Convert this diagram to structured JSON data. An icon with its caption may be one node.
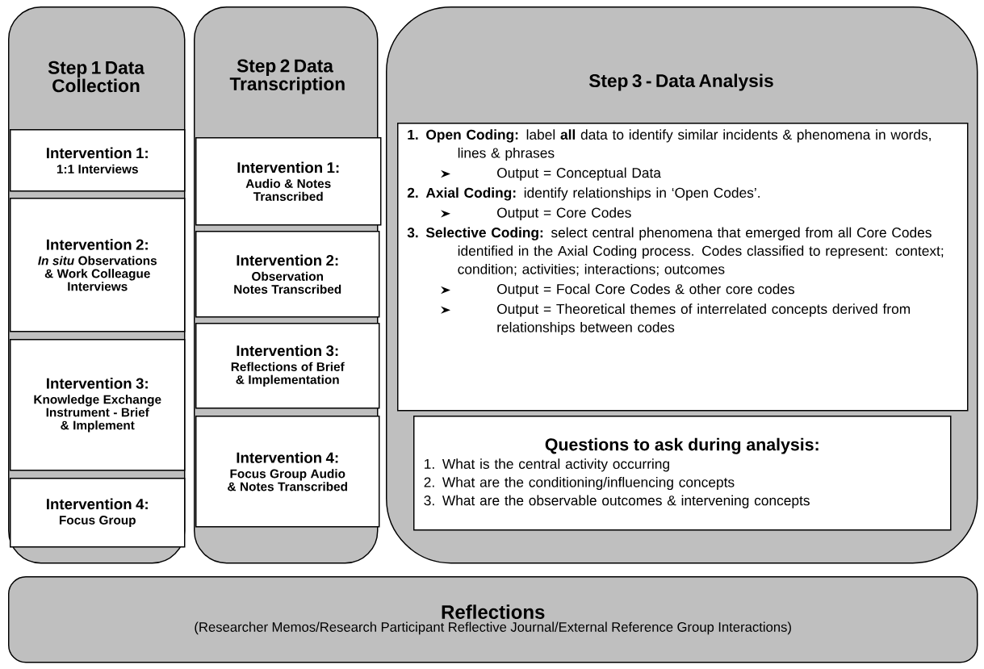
{
  "diagram": {
    "nodes": [
      {
        "text": [
          "Step 1 Data Collection"
        ]
      },
      {
        "text": [
          "Intervention 1:",
          "1:1 Interviews"
        ],
        "in": 0
      },
      {
        "text": [
          "Intervention 2:",
          "*In situ* Observations & Work Colleague Interviews"
        ],
        "in": 0
      },
      {
        "text": [
          "Intervention 3:",
          "Knowledge Exchange Instrument - Brief & Implement"
        ],
        "in": 0
      },
      {
        "text": [
          "Intervention 4:",
          "Focus Group"
        ],
        "in": 0
      },
      {
        "text": [
          "Step 2 Data Transcription"
        ]
      },
      {
        "text": [
          "Intervention 1:",
          "Audio & Notes Transcribed"
        ],
        "in": 5
      },
      {
        "text": [
          "Intervention 2:",
          "Observation Notes Transcribed"
        ],
        "in": 5
      },
      {
        "text": [
          "Intervention 3:",
          "Reflections of Brief & Implementation"
        ],
        "in": 5
      },
      {
        "text": [
          "Intervention 4:",
          "Focus Group Audio & Notes Transcribed"
        ],
        "in": 5
      },
      {
        "text": [
          "Step 3 - Data Analysis"
        ]
      },
      {
        "text": [
          "**1. Open Coding:** label **all** data to identify similar incidents & phenomena in words, lines & phrases",
          "Output = Conceptual Data",
          "**2. Axial Coding:** identify relationships in ‘Open Codes’.",
          "Output = Core Codes",
          "**3. Selective Coding:** select central phenomena that emerged from all Core Codes identified in the Axial Coding process. Codes classified to represent: context; condition; activities; interactions; outcomes",
          "Output = Focal Core Codes & other core codes",
          "Output = Theoretical themes of interrelated concepts derived from relationships between codes"
        ],
        "in": 10
      },
      {
        "text": [
          "Questions to ask during analysis:",
          "1. What is the central activity occurring",
          "2. What are the conditioning/influencing concepts",
          "3. What are the observable outcomes & intervening concepts"
        ],
        "in": 10
      },
      {
        "text": [
          "Reflections",
          "(Researcher Memos/Research Participant Reflective Journal/External Reference Group Interactions)"
        ]
      }
    ]
  }
}
